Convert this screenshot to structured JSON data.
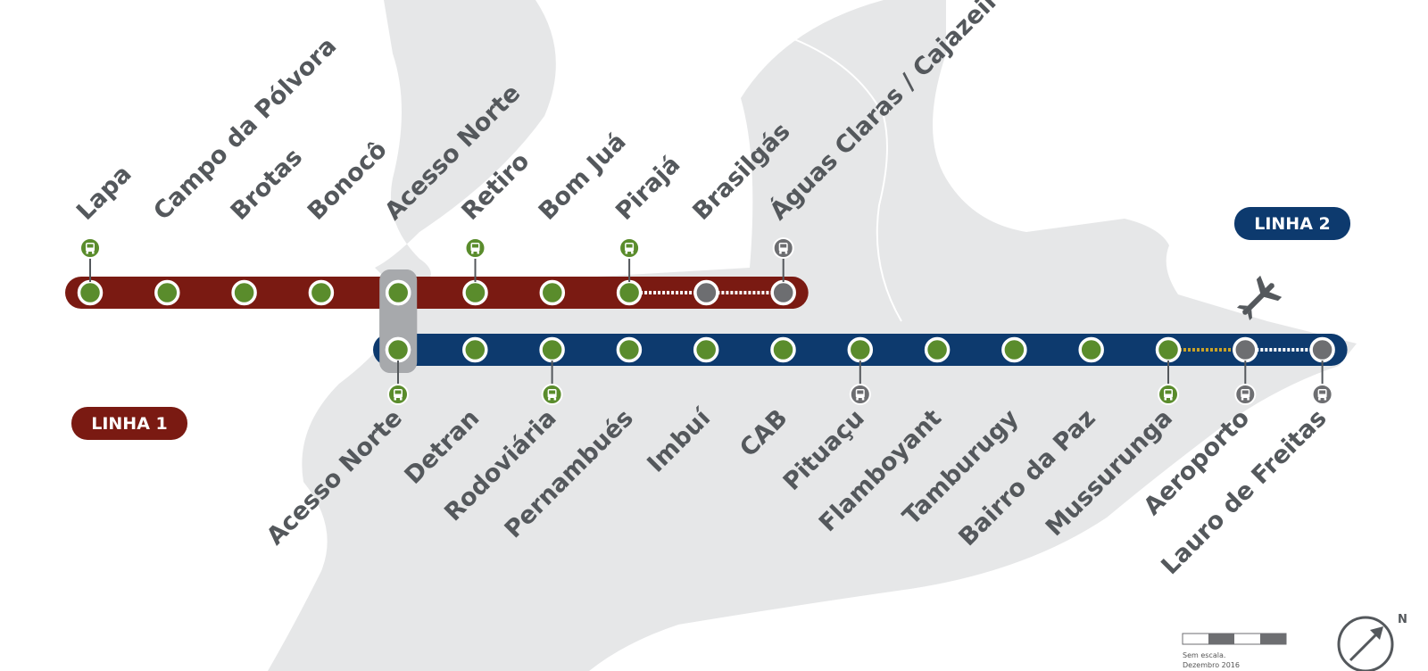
{
  "map": {
    "line1": {
      "name": "LINHA 1",
      "color": "#7a1a12",
      "stations": [
        {
          "name": "Lapa",
          "bus": "green",
          "status": "open"
        },
        {
          "name": "Campo da Pólvora",
          "bus": null,
          "status": "open"
        },
        {
          "name": "Brotas",
          "bus": null,
          "status": "open"
        },
        {
          "name": "Bonocô",
          "bus": null,
          "status": "open"
        },
        {
          "name": "Acesso Norte",
          "bus": null,
          "status": "open"
        },
        {
          "name": "Retiro",
          "bus": "green",
          "status": "open"
        },
        {
          "name": "Bom Juá",
          "bus": null,
          "status": "open"
        },
        {
          "name": "Pirajá",
          "bus": "green",
          "status": "open"
        },
        {
          "name": "Brasilgás",
          "bus": null,
          "status": "planned"
        },
        {
          "name": "Águas Claras / Cajazeiras",
          "bus": "gray",
          "status": "planned"
        }
      ]
    },
    "line2": {
      "name": "LINHA 2",
      "color": "#0d3a6e",
      "stations": [
        {
          "name": "Acesso Norte",
          "bus": "green",
          "status": "open"
        },
        {
          "name": "Detran",
          "bus": null,
          "status": "open"
        },
        {
          "name": "Rodoviária",
          "bus": "green",
          "status": "open"
        },
        {
          "name": "Pernambués",
          "bus": null,
          "status": "open"
        },
        {
          "name": "Imbuí",
          "bus": null,
          "status": "open"
        },
        {
          "name": "CAB",
          "bus": null,
          "status": "open"
        },
        {
          "name": "Pituaçu",
          "bus": "gray",
          "status": "open"
        },
        {
          "name": "Flamboyant",
          "bus": null,
          "status": "open"
        },
        {
          "name": "Tamburugy",
          "bus": null,
          "status": "open"
        },
        {
          "name": "Bairro da Paz",
          "bus": null,
          "status": "open"
        },
        {
          "name": "Mussurunga",
          "bus": "green",
          "status": "open"
        },
        {
          "name": "Aeroporto",
          "bus": "gray",
          "status": "planned"
        },
        {
          "name": "Lauro de Freitas",
          "bus": "gray",
          "status": "planned"
        }
      ]
    },
    "colors": {
      "station_open": "#5a8c2c",
      "station_planned": "#6d6e71",
      "land": "#e6e7e8",
      "interchange": "#a7a9ac"
    },
    "legend": {
      "scale_text": "Sem escala.",
      "date_text": "Dezembro 2016",
      "compass_letter": "N"
    }
  }
}
